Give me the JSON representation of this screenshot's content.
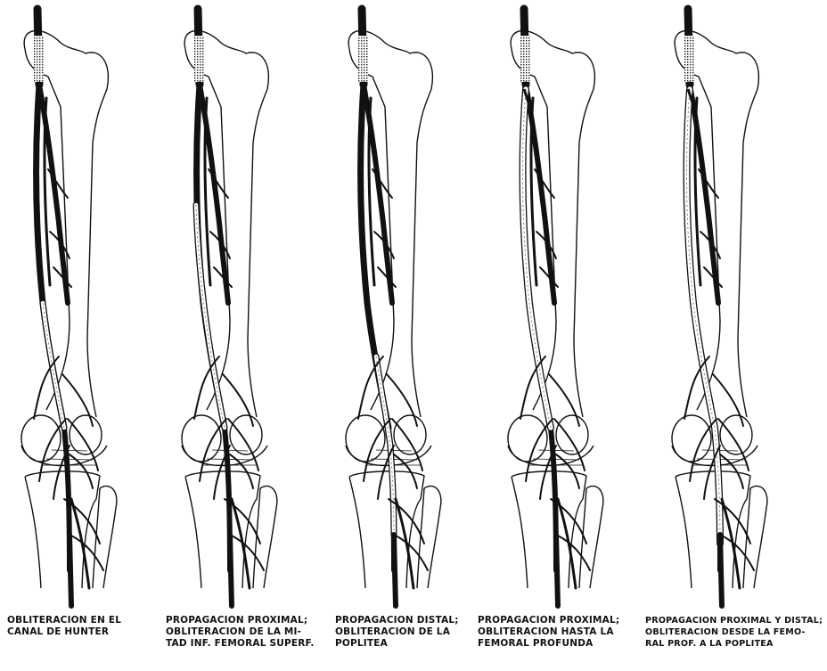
{
  "panels": [
    {
      "caption_lines": [
        "OBLITERACION EN EL",
        "CANAL DE HUNTER"
      ],
      "occlusion": "hunter"
    },
    {
      "caption_lines": [
        "PROPAGACION PROXIMAL;",
        "OBLITERACION DE LA MI-",
        "TAD INF. FEMORAL SUPERF."
      ],
      "occlusion": "lower-half-superficial-femoral"
    },
    {
      "caption_lines": [
        "PROPAGACION DISTAL;",
        "OBLITERACION DE LA",
        "POPLITEA"
      ],
      "occlusion": "popliteal"
    },
    {
      "caption_lines": [
        "PROPAGACION PROXIMAL;",
        "OBLITERACION HASTA LA",
        "FEMORAL PROFUNDA"
      ],
      "occlusion": "up-to-deep-femoral"
    },
    {
      "caption_lines": [
        "PROPAGACION PROXIMAL Y DISTAL;",
        "OBLITERACION DESDE LA FEMO-",
        "RAL PROF. A LA POPLITEA"
      ],
      "occlusion": "deep-femoral-to-popliteal"
    }
  ]
}
